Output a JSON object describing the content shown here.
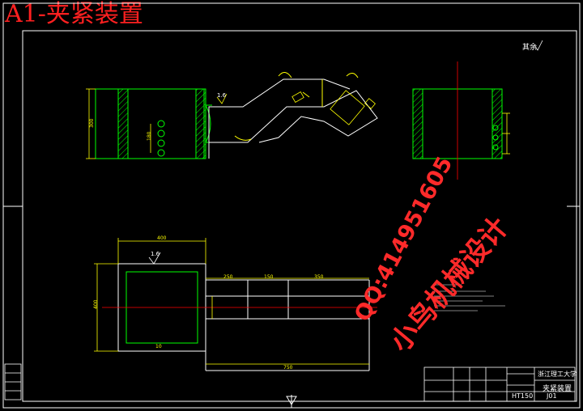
{
  "header": {
    "title": "A1-夹紧装置"
  },
  "drawing": {
    "rest_roughness": "其余",
    "dim_labels": {
      "main_width": "400",
      "v1": "300",
      "v2": "180",
      "roughness_1": "1.6",
      "roughness_2": "1.6",
      "bottom_total": "750",
      "segment_1": "250",
      "segment_2": "150",
      "segment_3": "350",
      "side_height": "400",
      "gap": "10"
    }
  },
  "title_block": {
    "organization": "浙江理工大学",
    "part_name": "夹紧装置",
    "material": "HT150",
    "drawing_code": "J01"
  },
  "watermark": {
    "qq": "QQ:414951605",
    "name": "小鸟机械设计"
  },
  "colors": {
    "background": "#000000",
    "border": "#ffffff",
    "outline": "#00ff00",
    "dimension": "#ffff00",
    "centerline": "#ff0000",
    "watermark": "#ff2a2a"
  }
}
